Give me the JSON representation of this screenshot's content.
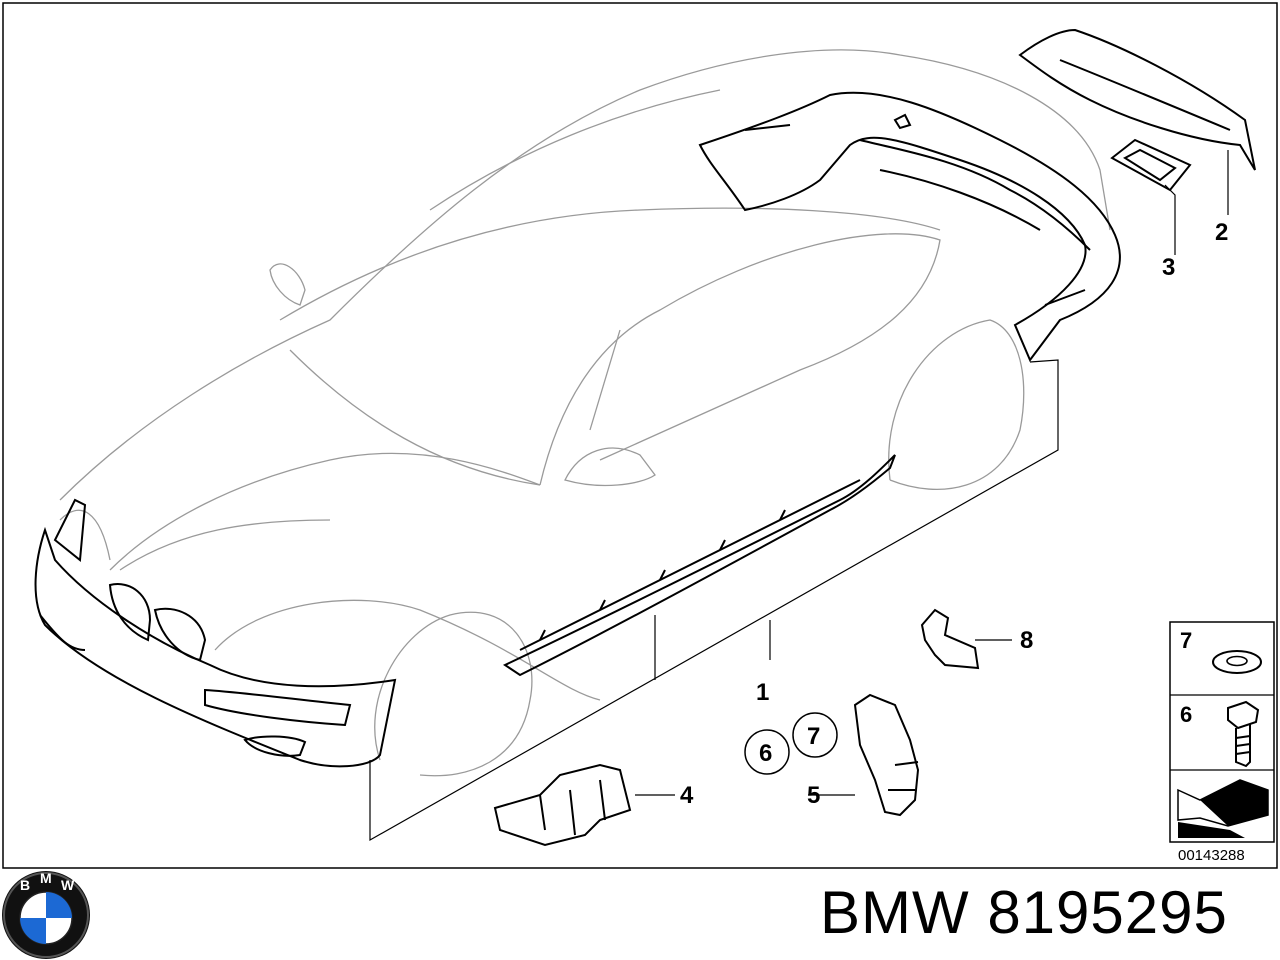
{
  "diagram": {
    "callouts": {
      "c1": "1",
      "c2": "2",
      "c3": "3",
      "c4": "4",
      "c5": "5",
      "c6": "6",
      "c7": "7",
      "c8": "8"
    },
    "legend": {
      "row_washer": "7",
      "row_bolt": "6"
    },
    "diagram_id": "00143288"
  },
  "footer": {
    "brand": "BMW",
    "part_number": "8195295",
    "logo_letters": [
      "B",
      "M",
      "W"
    ]
  },
  "colors": {
    "line": "#000000",
    "ghost_line": "#888888",
    "logo_blue": "#1c69d4",
    "logo_ring": "#111111"
  }
}
